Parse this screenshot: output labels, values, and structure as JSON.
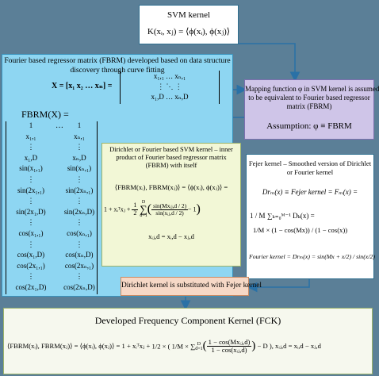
{
  "svm_kernel": {
    "title": "SVM kernel",
    "formula": "K(xᵢ, xⱼ) = ⟨ϕ(xᵢ), ϕ(xⱼ)⟩"
  },
  "fbrm_box": {
    "line1": "Fourier based regressor matrix (FBRM) developed based on data structure",
    "line2": "discovery through curve fitting",
    "x_lhs": "X = [x₁ x₂ … xₙ] =",
    "matrix_rows": [
      "x₁,₁   …   xₙ,₁",
      "⋮      ⋱      ⋮",
      "x₁,D   …   xₙ,D"
    ],
    "fbrm_lhs": "FBRM(X) =",
    "col_left": [
      "1",
      "x₁,₁",
      "⋮",
      "x₁,D",
      "sin(x₁,₁)",
      "⋮",
      "sin(2x₁,₁)",
      "⋮",
      "sin(2x₁,D)",
      "⋮",
      "cos(x₁,₁)",
      "⋮",
      "cos(x₁,D)",
      "cos(2x₁,₁)",
      "⋮",
      "cos(2x₁,D)"
    ],
    "col_right": [
      "1",
      "xₙ,₁",
      "⋮",
      "xₙ,D",
      "sin(xₙ,₁)",
      "⋮",
      "sin(2xₙ,₁)",
      "⋮",
      "sin(2xₙ,D)",
      "⋮",
      "cos(xₙ,₁)",
      "⋮",
      "cos(xₙ,D)",
      "cos(2xₙ,₁)",
      "⋮",
      "cos(2xₙ,D)"
    ],
    "dots": "…"
  },
  "mapping_box": {
    "lines": [
      "Mapping function φ in SVM kernel is assumed",
      "to be equivalent to Fourier based regressor",
      "matrix (FBRM)"
    ],
    "assumption": "Assumption:  φ ≡ FBRM"
  },
  "dirichlet_box": {
    "lines": [
      "Dirichlet or Fourier based SVM kernel – inner",
      "product of Fourier based regressor matrix",
      "(FBRM) with itself"
    ],
    "eq1": "⟨FBRM(xᵢ), FBRM(xⱼ)⟩ = ⟨ϕ(xᵢ), ϕ(xⱼ)⟩ =",
    "eq2_lead": "1 + xᵢᵀxⱼ + ",
    "half_num": "1",
    "half_den": "2",
    "sum": "∑",
    "sum_top": "D",
    "sum_bot": "d=1",
    "sin_num": "sin(Mxᵢⱼ,d / 2)",
    "sin_den": "sin(xᵢⱼ,d / 2)",
    "minus_one": "− 1",
    "def": "xᵢⱼ,d = xᵢ,d − xⱼ,d"
  },
  "fejer_box": {
    "lines": [
      "Fejer kernel – Smoothed version of Dirichlet",
      "or Fourier kernel"
    ],
    "eq1": "Drₘ(x) ≡ Fejer kernel = Fₘ(x) =",
    "eq2_frac": "1 / M",
    "eq2_sum": "∑ₖ₌₀ᴹ⁻¹ Dₖ(x) =",
    "eq2_rhs": "1/M × (1 − cos(Mx)) / (1 − cos(x))",
    "eq3": "Fourier kernel = Drₘ(x) = sin(Mx + x/2) / sin(x/2)"
  },
  "substitute_box": {
    "text": "Dirichlet kernel is substituted with Fejer kernel"
  },
  "fck_box": {
    "title": "Developed Frequency Component Kernel (FCK)",
    "eq_lead": "⟨FBRM(xᵢ), FBRM(xⱼ)⟩ = ⟨ϕ(xᵢ), ϕ(xⱼ)⟩ = 1 + xᵢᵀxⱼ +",
    "half": "1/2",
    "mid": "× ( 1/M × ∑",
    "sum_top": "D",
    "sum_bot": "d=1",
    "frac_num": "1 − cos(Mxᵢⱼ,d)",
    "frac_den": "1 − cos(xᵢⱼ,d)",
    "tail": "− D ),  xᵢⱼ,d = xᵢ,d − xⱼ,d"
  },
  "colors": {
    "background": "#5b7f97",
    "box_white": "#ffffff",
    "box_blue": "#8ed6f2",
    "box_lavender": "#cfc5e8",
    "box_yellow": "#f2f7d6",
    "box_orange": "#f6d8c6",
    "box_lightgreen": "#e9f3cf",
    "box_light": "#f6f8ee",
    "arrow": "#2a71a6"
  }
}
